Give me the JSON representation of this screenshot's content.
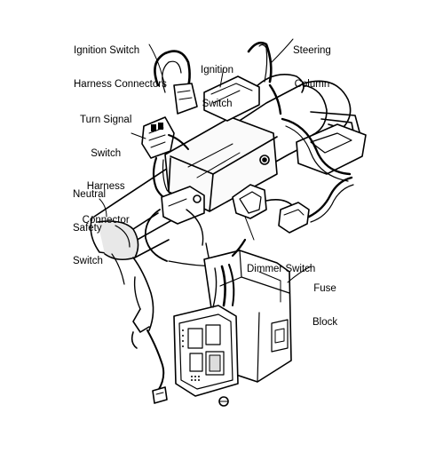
{
  "labels": {
    "ignition_switch_harness_connectors": [
      "Ignition Switch",
      "Harness Connectors"
    ],
    "ignition_switch": [
      "Ignition",
      "Switch"
    ],
    "steering_column": [
      "Steering",
      "Column"
    ],
    "turn_signal_switch_harness_connector": [
      "Turn Signal",
      "Switch",
      "Harness",
      "Connector"
    ],
    "neutral_safety_switch": [
      "Neutral",
      "Safety",
      "Switch"
    ],
    "dimmer_switch": [
      "Dimmer Switch"
    ],
    "fuse_block": [
      "Fuse",
      "Block"
    ]
  }
}
